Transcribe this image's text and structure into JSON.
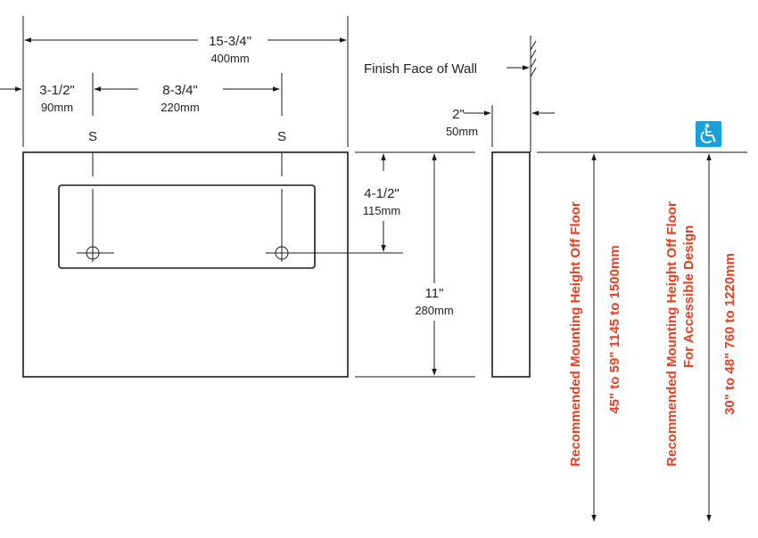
{
  "dimensions": {
    "overall_width": {
      "in": "15-3/4\"",
      "mm": "400mm"
    },
    "left_offset": {
      "in": "3-1/2\"",
      "mm": "90mm"
    },
    "hole_spacing": {
      "in": "8-3/4\"",
      "mm": "220mm"
    },
    "hole_height": {
      "in": "4-1/2\"",
      "mm": "115mm"
    },
    "overall_height": {
      "in": "11\"",
      "mm": "280mm"
    },
    "depth": {
      "in": "2\"",
      "mm": "50mm"
    }
  },
  "labels": {
    "screw_left": "S",
    "screw_right": "S",
    "finish_face": "Finish Face of Wall"
  },
  "mounting": {
    "standard_title": "Recommended Mounting Height Off Floor",
    "standard_range": "45\" to 59\"   1145 to 1500mm",
    "accessible_title_1": "Recommended Mounting Height Off Floor",
    "accessible_title_2": "For Accessible Design",
    "accessible_range": "30\" to 48\"   760 to 1220mm"
  },
  "colors": {
    "accent_red": "#e64022",
    "accessibility_blue": "#1a9fd9"
  },
  "icons": {
    "accessibility": "wheelchair-icon"
  }
}
